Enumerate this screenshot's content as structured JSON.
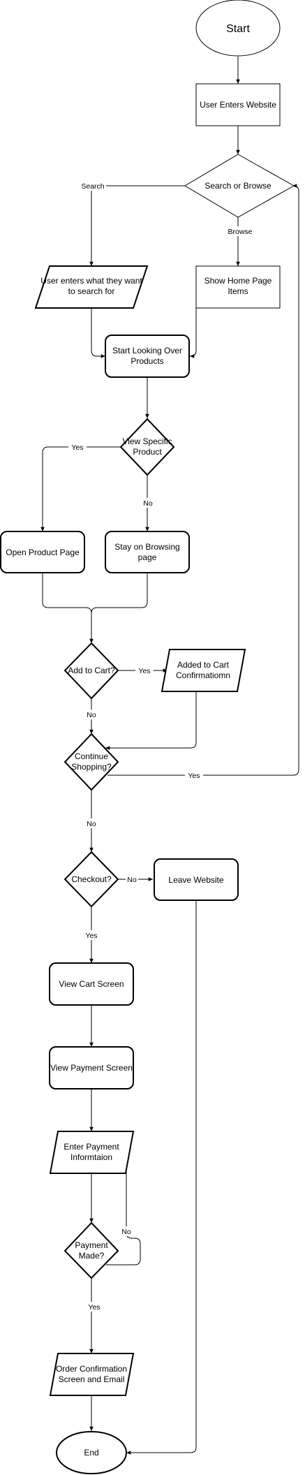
{
  "nodes": {
    "start": [
      "Start"
    ],
    "user_enters_website": [
      "User Enters Website"
    ],
    "search_or_browse": [
      "Search or Browse"
    ],
    "user_enters_search": [
      "User enters what they want",
      "to search for"
    ],
    "show_home_page": [
      "Show Home Page",
      "Items"
    ],
    "start_looking": [
      "Start Looking Over",
      "Products"
    ],
    "view_specific": [
      "View Specific",
      "Product"
    ],
    "open_product_page": [
      "Open Product Page"
    ],
    "stay_on_browsing": [
      "Stay on Browsing",
      "page"
    ],
    "add_to_cart": [
      "Add to Cart?"
    ],
    "added_to_cart": [
      "Added to Cart",
      "Confirmatiomn"
    ],
    "continue_shopping": [
      "Continue",
      "Shopping?"
    ],
    "checkout": [
      "Checkout?"
    ],
    "leave_website": [
      "Leave Website"
    ],
    "view_cart": [
      "View Cart Screen"
    ],
    "view_payment": [
      "View Payment Screen"
    ],
    "enter_payment": [
      "Enter Payment",
      "Informtaion"
    ],
    "payment_made": [
      "Payment",
      "Made?"
    ],
    "order_confirmation": [
      "Order Confirmation",
      "Screen and Email"
    ],
    "end": [
      "End"
    ]
  },
  "edge_labels": {
    "search": "Search",
    "browse": "Browse",
    "view_yes": "Yes",
    "view_no": "No",
    "cart_yes": "Yes",
    "cart_no": "No",
    "continue_yes": "Yes",
    "continue_no": "No",
    "checkout_no": "No",
    "checkout_yes": "Yes",
    "payment_no": "No",
    "payment_yes": "Yes"
  }
}
